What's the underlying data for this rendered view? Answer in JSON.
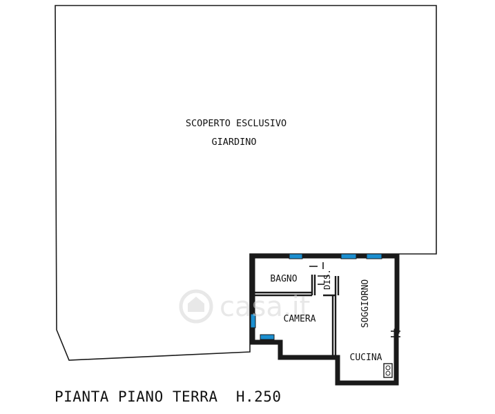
{
  "plan": {
    "title": "PIANTA PIANO TERRA  H.250",
    "garden_label_line1": "SCOPERTO ESCLUSIVO",
    "garden_label_line2": "GIARDINO",
    "rooms": {
      "bagno": "BAGNO",
      "dis": "DIS.",
      "camera": "CAMERA",
      "soggiorno": "SOGGIORNO",
      "cucina": "CUCINA"
    },
    "watermark": "casa.it"
  },
  "colors": {
    "window": "#1b8fd0",
    "wall": "#1a1a1a",
    "background": "#ffffff"
  }
}
